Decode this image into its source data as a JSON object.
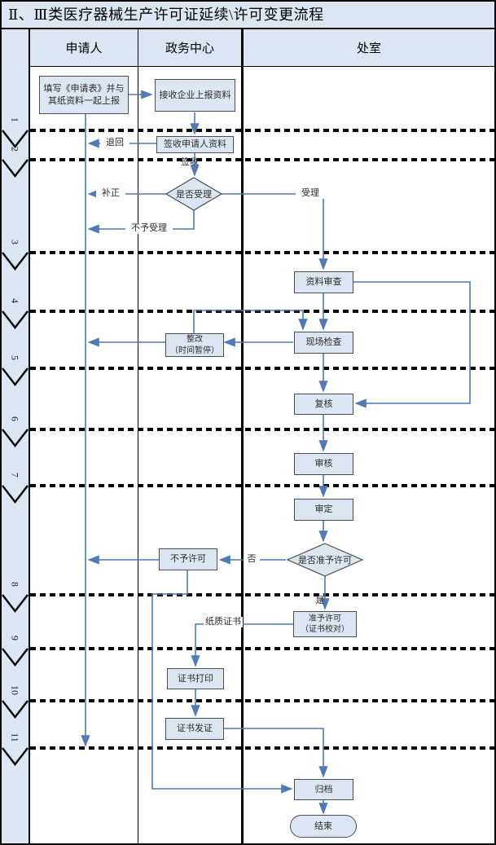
{
  "title": "Ⅱ、Ⅲ类医疗器械生产许可证延续\\许可变更流程",
  "columns": {
    "applicant": "申请人",
    "service_center": "政务中心",
    "department": "处室"
  },
  "steps": [
    "1",
    "2",
    "3",
    "4",
    "5",
    "6",
    "7",
    "8",
    "9",
    "10",
    "11"
  ],
  "nodes": {
    "fill_form": "填写《申请表》并与其纸资料一起上报",
    "receive_materials": "接收企业上报资料",
    "sign_receive": "签收申请人资料",
    "accept_decision": "是否受理",
    "data_review": "资料审查",
    "rectify": "整改\n（时间暂停）",
    "site_inspection": "现场检查",
    "recheck": "复核",
    "review": "审核",
    "final_review": "审定",
    "grant_decision": "是否准予许可",
    "deny_license": "不予许可",
    "grant_license": "准予许可\n（证书校对）",
    "print_cert": "证书打印",
    "issue_cert": "证书发证",
    "archive": "归档",
    "end": "结束"
  },
  "edge_labels": {
    "return": "退回",
    "sign": "签收",
    "supplement": "补正",
    "accept": "受理",
    "reject": "不予受理",
    "no": "否",
    "yes": "是",
    "paper_cert": "纸质证书"
  },
  "colors": {
    "panel_blue": "#dce6f2",
    "flow_blue": "#4f7ab8",
    "divider_black": "#000000",
    "node_border_grey": "#4d4d4d"
  }
}
